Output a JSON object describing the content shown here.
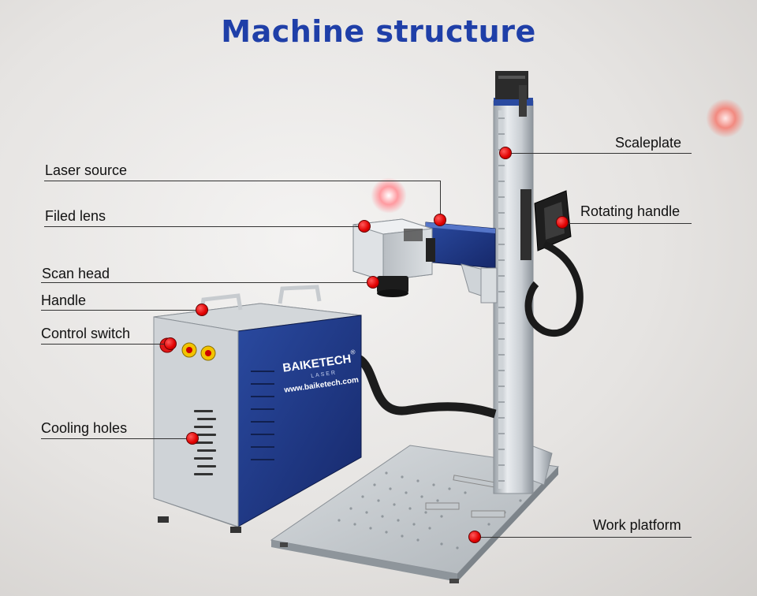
{
  "title": "Machine structure",
  "labels": {
    "laser_source": "Laser source",
    "filed_lens": "Filed lens",
    "scan_head": "Scan head",
    "handle": "Handle",
    "control_switch": "Control switch",
    "cooling_holes": "Cooling holes",
    "scaleplate": "Scaleplate",
    "rotating_handle": "Rotating handle",
    "work_platform": "Work platform"
  },
  "brand": {
    "name": "BAIKETECH",
    "registered": "®",
    "sub": "LASER",
    "url": "www.baiketech.com"
  },
  "colors": {
    "title": "#1f3fa8",
    "callout_dot": "#e00000",
    "cabinet_panel": "#1e3a8a"
  }
}
